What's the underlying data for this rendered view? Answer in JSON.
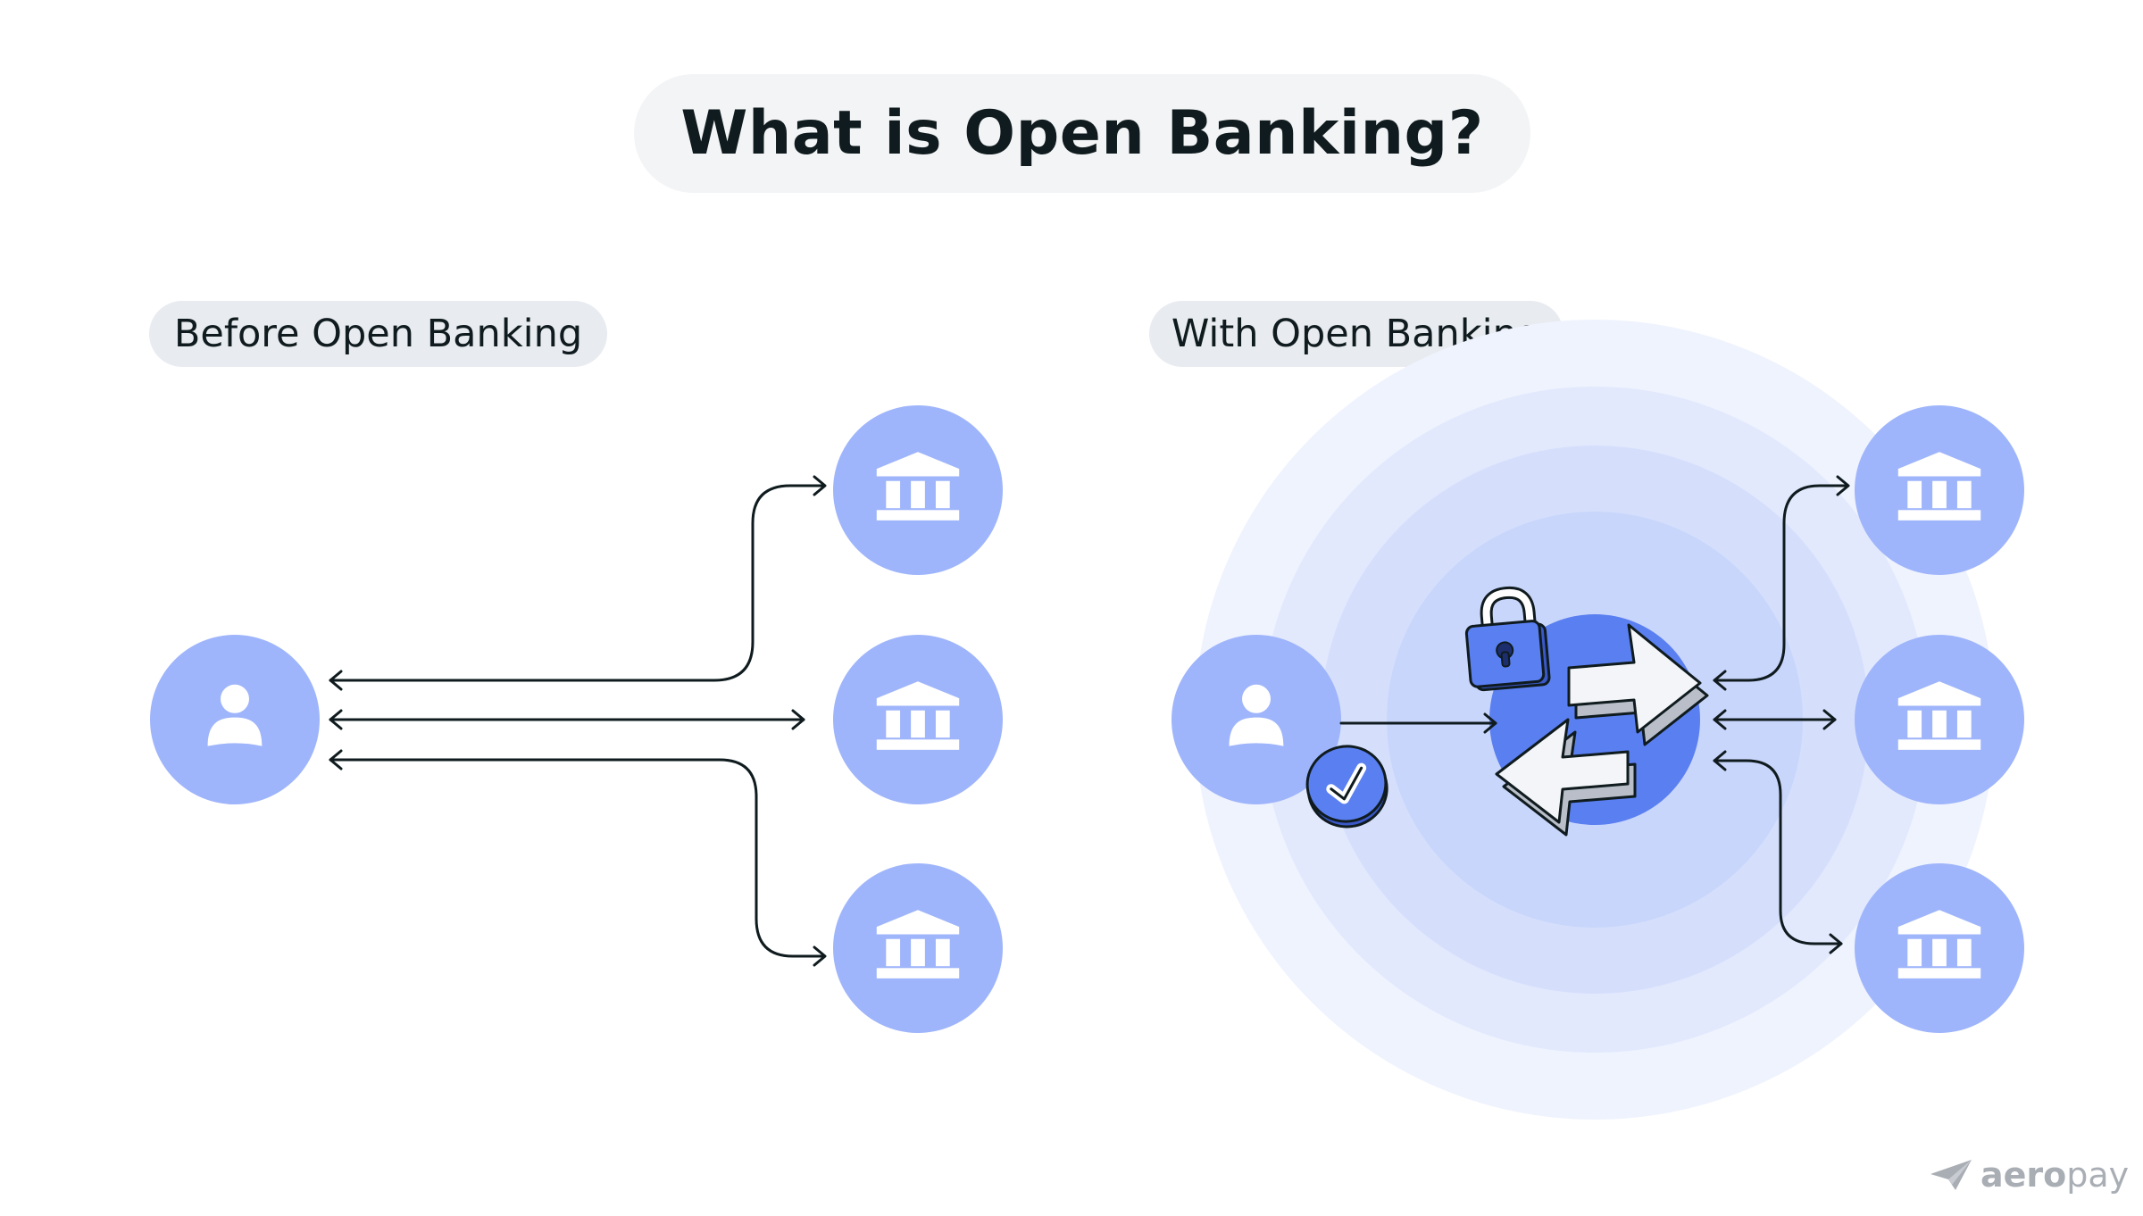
{
  "title": "What is Open Banking?",
  "sections": {
    "before": {
      "label": "Before Open Banking"
    },
    "with": {
      "label": "With Open Banking"
    }
  },
  "brand": {
    "name_bold": "aero",
    "name_light": "pay"
  },
  "icons": {
    "user": "user-icon",
    "bank": "bank-icon",
    "lock": "padlock-icon",
    "check": "checkmark-badge-icon",
    "exchange": "exchange-arrows-icon",
    "logo": "paper-plane-icon"
  },
  "colors": {
    "node_fill": "#9fb5fb",
    "hub_fill": "#5a7ff0",
    "ring_1": "#eff3fe",
    "ring_2": "#e2e9fd",
    "ring_3": "#d5dffc",
    "ring_4": "#c9d6fb",
    "line": "#0f1b1e",
    "title_bg": "#f3f4f6",
    "label_bg": "#e8ebf0"
  }
}
